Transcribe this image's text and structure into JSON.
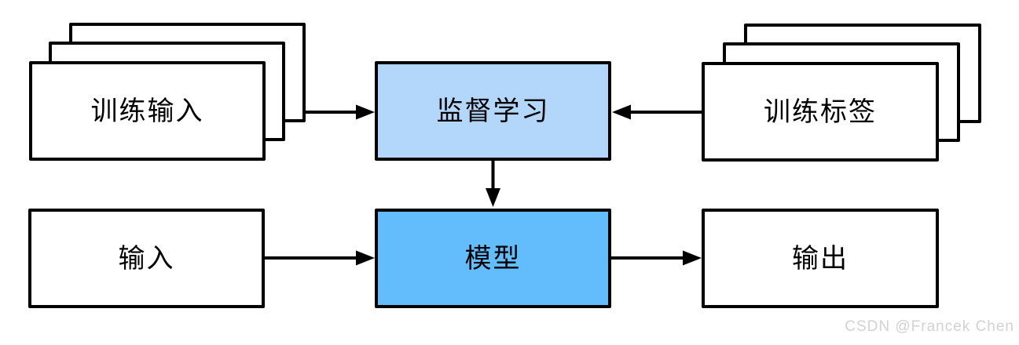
{
  "diagram": {
    "type": "flowchart",
    "description": "Supervised learning data flow diagram",
    "nodes": {
      "training_inputs": {
        "label": "训练输入",
        "shape": "stacked-rect",
        "fill": "#ffffff"
      },
      "supervised_learning": {
        "label": "监督学习",
        "shape": "rect",
        "fill": "#b3d6fb"
      },
      "training_labels": {
        "label": "训练标签",
        "shape": "stacked-rect",
        "fill": "#ffffff"
      },
      "input": {
        "label": "输入",
        "shape": "rect",
        "fill": "#ffffff"
      },
      "model": {
        "label": "模型",
        "shape": "rect",
        "fill": "#63bdfc"
      },
      "output": {
        "label": "输出",
        "shape": "rect",
        "fill": "#ffffff"
      }
    },
    "edges": [
      {
        "from": "training_inputs",
        "to": "supervised_learning",
        "direction": "right"
      },
      {
        "from": "training_labels",
        "to": "supervised_learning",
        "direction": "left"
      },
      {
        "from": "supervised_learning",
        "to": "model",
        "direction": "down"
      },
      {
        "from": "input",
        "to": "model",
        "direction": "right"
      },
      {
        "from": "model",
        "to": "output",
        "direction": "right"
      }
    ],
    "colors": {
      "supervised_learning_fill": "#b3d6fb",
      "model_fill": "#63bdfc",
      "plain_fill": "#ffffff",
      "border": "#000000",
      "arrow": "#000000",
      "watermark": "#d2d2d2"
    }
  },
  "watermark": {
    "text": "CSDN @Francek Chen"
  }
}
